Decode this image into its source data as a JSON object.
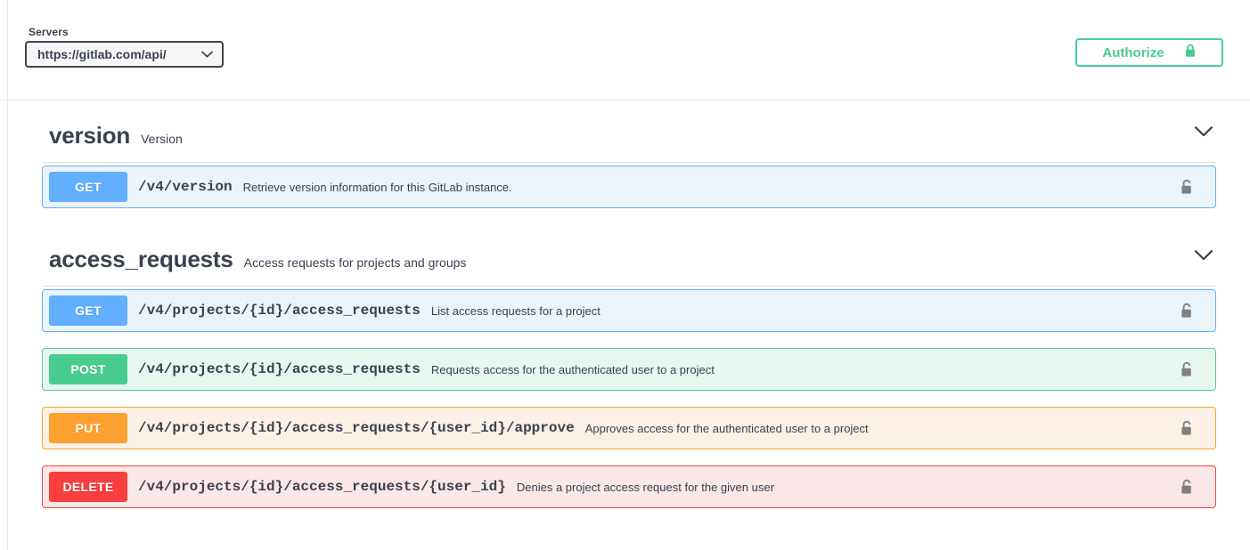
{
  "topbar": {
    "servers_label": "Servers",
    "server_value": "https://gitlab.com/api/",
    "server_dropdown_icon": "chevron-down-icon",
    "authorize_label": "Authorize",
    "authorize_icon": "lock-closed-icon",
    "authorize_color": "#49cc90"
  },
  "colors": {
    "get": "#61affe",
    "post": "#49cc90",
    "put": "#fca130",
    "delete": "#f93e3e",
    "text": "#3b4151"
  },
  "sections": [
    {
      "name": "version",
      "description": "Version",
      "toggle_icon": "chevron-down-icon",
      "operations": [
        {
          "method": "GET",
          "path": "/v4/version",
          "summary": "Retrieve version information for this GitLab instance.",
          "lock_icon": "lock-open-icon"
        }
      ]
    },
    {
      "name": "access_requests",
      "description": "Access requests for projects and groups",
      "toggle_icon": "chevron-down-icon",
      "operations": [
        {
          "method": "GET",
          "path": "/v4/projects/{id}/access_requests",
          "summary": "List access requests for a project",
          "lock_icon": "lock-open-icon"
        },
        {
          "method": "POST",
          "path": "/v4/projects/{id}/access_requests",
          "summary": "Requests access for the authenticated user to a project",
          "lock_icon": "lock-open-icon"
        },
        {
          "method": "PUT",
          "path": "/v4/projects/{id}/access_requests/{user_id}/approve",
          "summary": "Approves access for the authenticated user to a project",
          "lock_icon": "lock-open-icon"
        },
        {
          "method": "DELETE",
          "path": "/v4/projects/{id}/access_requests/{user_id}",
          "summary": "Denies a project access request for the given user",
          "lock_icon": "lock-open-icon"
        }
      ]
    }
  ]
}
